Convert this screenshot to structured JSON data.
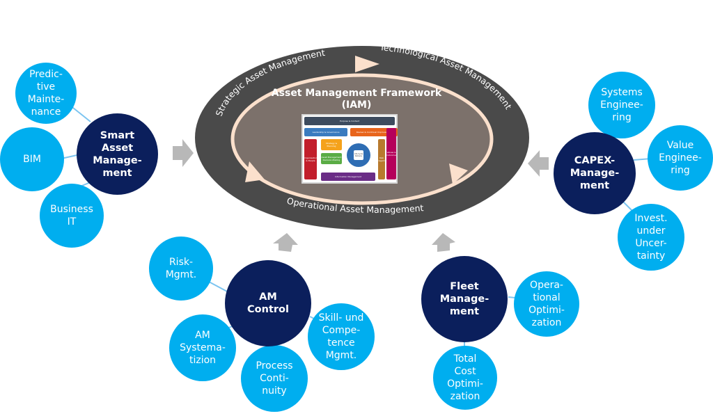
{
  "framework": {
    "title": "Asset Management Framework\n(IAM)",
    "ring_labels": {
      "top_left": "Strategic Asset Management",
      "top_right": "Technological Asset Management",
      "bottom": "Operational Asset Management"
    },
    "iam_model": {
      "purpose": "Purpose & Context",
      "leadership": "Leadership & Governance",
      "review": "Review & Continual Improvement",
      "organisation": "Organisation & People",
      "strategy": "Strategy & Planning",
      "decision": "Asset Management Decision-Making",
      "lifecycle": "Life Cycle Delivery",
      "risk": "Risk Management",
      "values": "Values & Outcomes",
      "information": "Information Management"
    }
  },
  "clusters": {
    "smart": {
      "main": "Smart\nAsset\nManage-\nment",
      "subs": [
        "Predic-\ntive\nMainte-\nnance",
        "BIM",
        "Business\nIT"
      ]
    },
    "capex": {
      "main": "CAPEX-\nManage-\nment",
      "subs": [
        "Systems\nEnginee-\nring",
        "Value\nEnginee-\nring",
        "Invest.\nunder\nUncer-\ntainty"
      ]
    },
    "control": {
      "main": "AM\nControl",
      "subs": [
        "Risk-\nMgmt.",
        "AM\nSystema-\ntizion",
        "Process\nConti-\nnuity",
        "Skill- und\nCompe-\ntence\nMgmt."
      ]
    },
    "fleet": {
      "main": "Fleet\nManage-\nment",
      "subs": [
        "Opera-\ntional\nOptimi-\nzation",
        "Total\nCost\nOptimi-\nzation"
      ]
    }
  },
  "colors": {
    "outer_ring": "#4a4a4a",
    "inner_fill": "#7c716b",
    "cycle_arrow": "#fbe0cc",
    "main_circle": "#0b1f5c",
    "sub_circle": "#00aeef",
    "connector": "#7cc4f0",
    "feed_arrow": "#b8b8b8"
  }
}
